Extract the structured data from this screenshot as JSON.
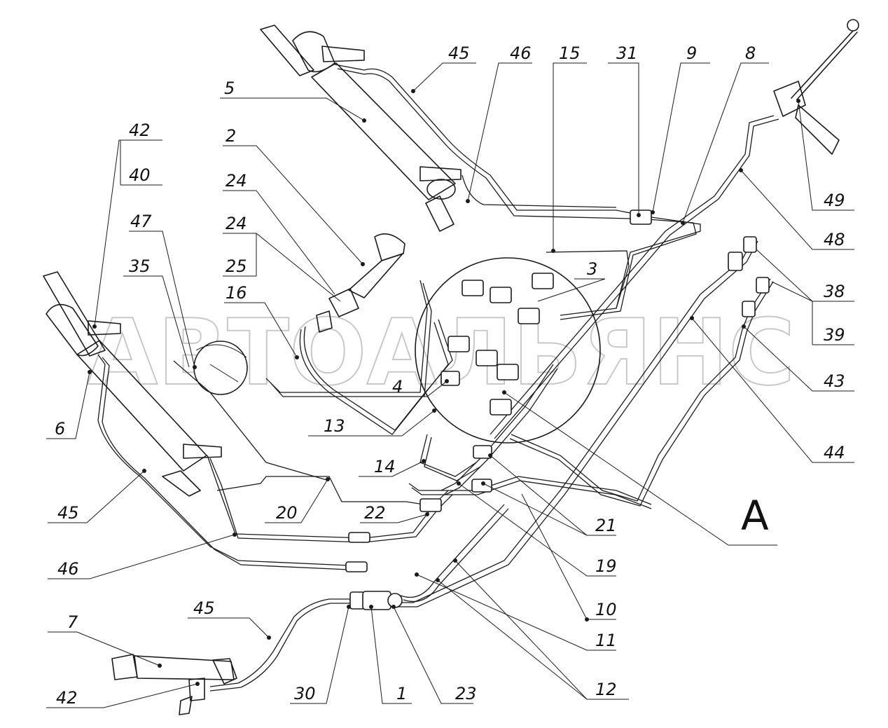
{
  "watermark": "АВТОАЛЬЯНС",
  "view_label": "A",
  "callouts": [
    {
      "id": "c-45a",
      "label": "45"
    },
    {
      "id": "c-46a",
      "label": "46"
    },
    {
      "id": "c-15",
      "label": "15"
    },
    {
      "id": "c-31",
      "label": "31"
    },
    {
      "id": "c-9",
      "label": "9"
    },
    {
      "id": "c-8",
      "label": "8"
    },
    {
      "id": "c-5",
      "label": "5"
    },
    {
      "id": "c-42a",
      "label": "42"
    },
    {
      "id": "c-40",
      "label": "40"
    },
    {
      "id": "c-2",
      "label": "2"
    },
    {
      "id": "c-24a",
      "label": "24"
    },
    {
      "id": "c-24b",
      "label": "24"
    },
    {
      "id": "c-25",
      "label": "25"
    },
    {
      "id": "c-47",
      "label": "47"
    },
    {
      "id": "c-35",
      "label": "35"
    },
    {
      "id": "c-16",
      "label": "16"
    },
    {
      "id": "c-3",
      "label": "3"
    },
    {
      "id": "c-4",
      "label": "4"
    },
    {
      "id": "c-13",
      "label": "13"
    },
    {
      "id": "c-14",
      "label": "14"
    },
    {
      "id": "c-6",
      "label": "6"
    },
    {
      "id": "c-45b",
      "label": "45"
    },
    {
      "id": "c-20",
      "label": "20"
    },
    {
      "id": "c-22",
      "label": "22"
    },
    {
      "id": "c-46b",
      "label": "46"
    },
    {
      "id": "c-21",
      "label": "21"
    },
    {
      "id": "c-19",
      "label": "19"
    },
    {
      "id": "c-10",
      "label": "10"
    },
    {
      "id": "c-11",
      "label": "11"
    },
    {
      "id": "c-12",
      "label": "12"
    },
    {
      "id": "c-45c",
      "label": "45"
    },
    {
      "id": "c-7",
      "label": "7"
    },
    {
      "id": "c-42b",
      "label": "42"
    },
    {
      "id": "c-30",
      "label": "30"
    },
    {
      "id": "c-1",
      "label": "1"
    },
    {
      "id": "c-23",
      "label": "23"
    },
    {
      "id": "c-49",
      "label": "49"
    },
    {
      "id": "c-48",
      "label": "48"
    },
    {
      "id": "c-38",
      "label": "38"
    },
    {
      "id": "c-39",
      "label": "39"
    },
    {
      "id": "c-43",
      "label": "43"
    },
    {
      "id": "c-44",
      "label": "44"
    }
  ]
}
